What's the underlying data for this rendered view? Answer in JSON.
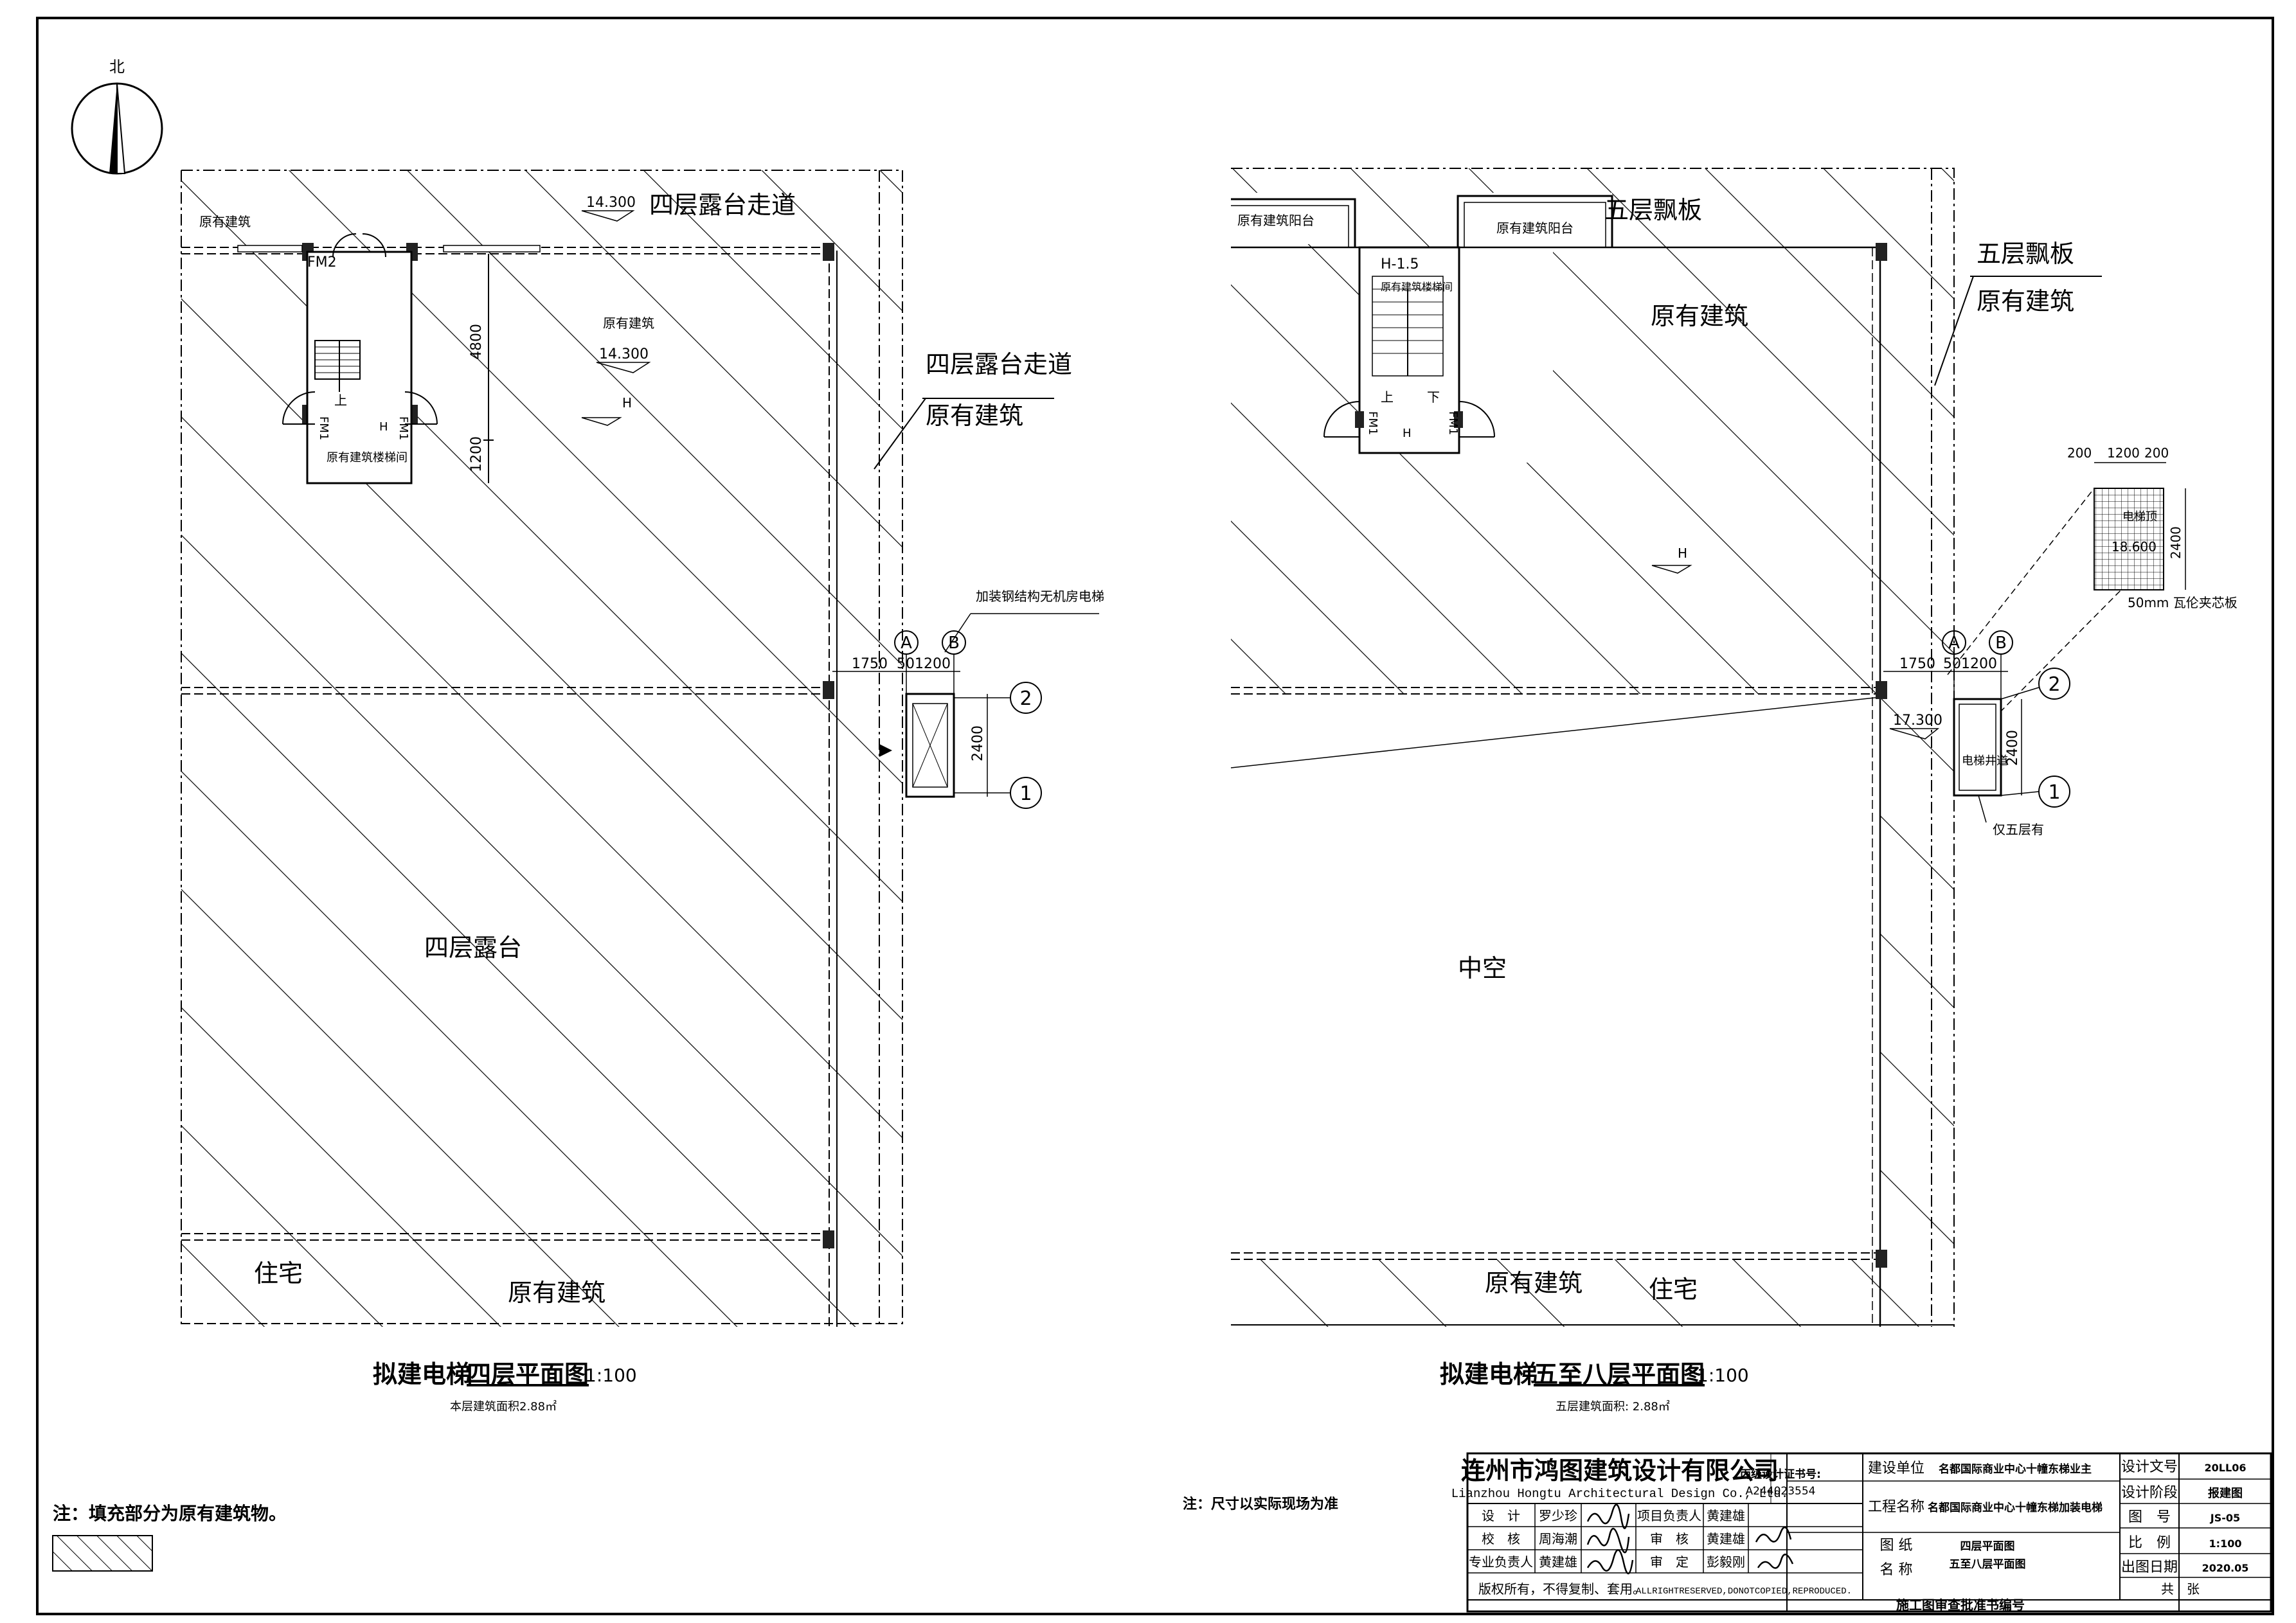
{
  "north": "北",
  "left_plan": {
    "title_prefix": "拟建电梯",
    "title_main": "四层平面图",
    "scale": "1:100",
    "area_note": "本层建筑面积2.88㎡",
    "labels": {
      "existing_tl": "原有建筑",
      "corridor_top": "四层露台走道",
      "elev_14300_a": "14.300",
      "existing_mid": "原有建筑",
      "elev_14300_b": "14.300",
      "h_mark": "H",
      "fm2": "FM2",
      "fm1_left": "FM1",
      "fm1_right": "FM1",
      "up": "上",
      "h_small": "H",
      "stair_room": "原有建筑楼梯间",
      "dim_4800": "4800",
      "dim_1200_v": "1200",
      "callout_corridor": "四层露台走道",
      "callout_existing": "原有建筑",
      "elevator_note": "加装钢结构无机房电梯",
      "grid_a": "A",
      "grid_b": "B",
      "grid_1": "1",
      "grid_2": "2",
      "dim_1750": "1750",
      "dim_501200": "501200",
      "dim_2400": "2400",
      "terrace": "四层露台",
      "residence": "住宅",
      "existing_bottom": "原有建筑"
    }
  },
  "right_plan": {
    "title_prefix": "拟建电梯",
    "title_main": "五至八层平面图",
    "scale": "1:100",
    "area_note": "五层建筑面积: 2.88㎡",
    "labels": {
      "balcony_left": "原有建筑阳台",
      "balcony_mid": "原有建筑阳台",
      "canopy_top": "五层飘板",
      "h_minus": "H-1.5",
      "stair_room": "原有建筑楼梯间",
      "up": "上",
      "down": "下",
      "fm1_left": "FM1",
      "fm1_right": "FM1",
      "h_small": "H",
      "existing_main": "原有建筑",
      "callout_canopy": "五层飘板",
      "callout_existing": "原有建筑",
      "dim_200_a": "200",
      "dim_1200": "1200",
      "dim_200_b": "200",
      "machine_room": "电梯顶",
      "elev_18600": "18.600",
      "dim_2400_top": "2400",
      "detail_note": "50mm 瓦伦夹芯板",
      "h_mark": "H",
      "grid_a": "A",
      "grid_b": "B",
      "grid_1": "1",
      "grid_2": "2",
      "dim_1750": "1750",
      "dim_501200": "501200",
      "elev_17300": "17.300",
      "shaft": "电梯井道",
      "dim_2400": "2400",
      "only_fifth": "仅五层有",
      "void": "中空",
      "existing_bottom": "原有建筑",
      "residence": "住宅"
    }
  },
  "notes": {
    "left": "注：填充部分为原有建筑物。",
    "middle": "注：尺寸以实际现场为准"
  },
  "title_block": {
    "company_cn": "连州市鸿图建筑设计有限公司",
    "company_en": "Lianzhou Hongtu Architectural Design Co., Ltd.",
    "cert_label": "丙级设计证书号:",
    "cert_no": "A244023554",
    "client_label": "建设单位",
    "client_value": "名都国际商业中心十幢东梯业主",
    "project_label": "工程名称",
    "project_value": "名都国际商业中心十幢东梯加装电梯",
    "drawing_label_1": "图 纸",
    "drawing_label_2": "名 称",
    "drawing_value_1": "四层平面图",
    "drawing_value_2": "五至八层平面图",
    "roles": [
      {
        "role": "设　计",
        "name": "罗少珍",
        "role2": "项目负责人",
        "name2": "黄建雄"
      },
      {
        "role": "校　核",
        "name": "周海潮",
        "role2": "审　核",
        "name2": "黄建雄"
      },
      {
        "role": "专业负责人",
        "name": "黄建雄",
        "role2": "审　定",
        "name2": "彭毅刚"
      }
    ],
    "copyright_cn": "版权所有，不得复制、套用。",
    "copyright_en": "ALLRIGHTRESERVED,DONOTCOPIED,REPRODUCED.",
    "approval": "施工图审查批准书编号",
    "design_no_label": "设计文号",
    "design_no": "20LL06",
    "stage_label": "设计阶段",
    "stage": "报建图",
    "sheet_label": "图　号",
    "sheet": "JS-05",
    "scale_label": "比　例",
    "scale": "1:100",
    "date_label": "出图日期",
    "date": "2020.05",
    "total": "共　张"
  }
}
